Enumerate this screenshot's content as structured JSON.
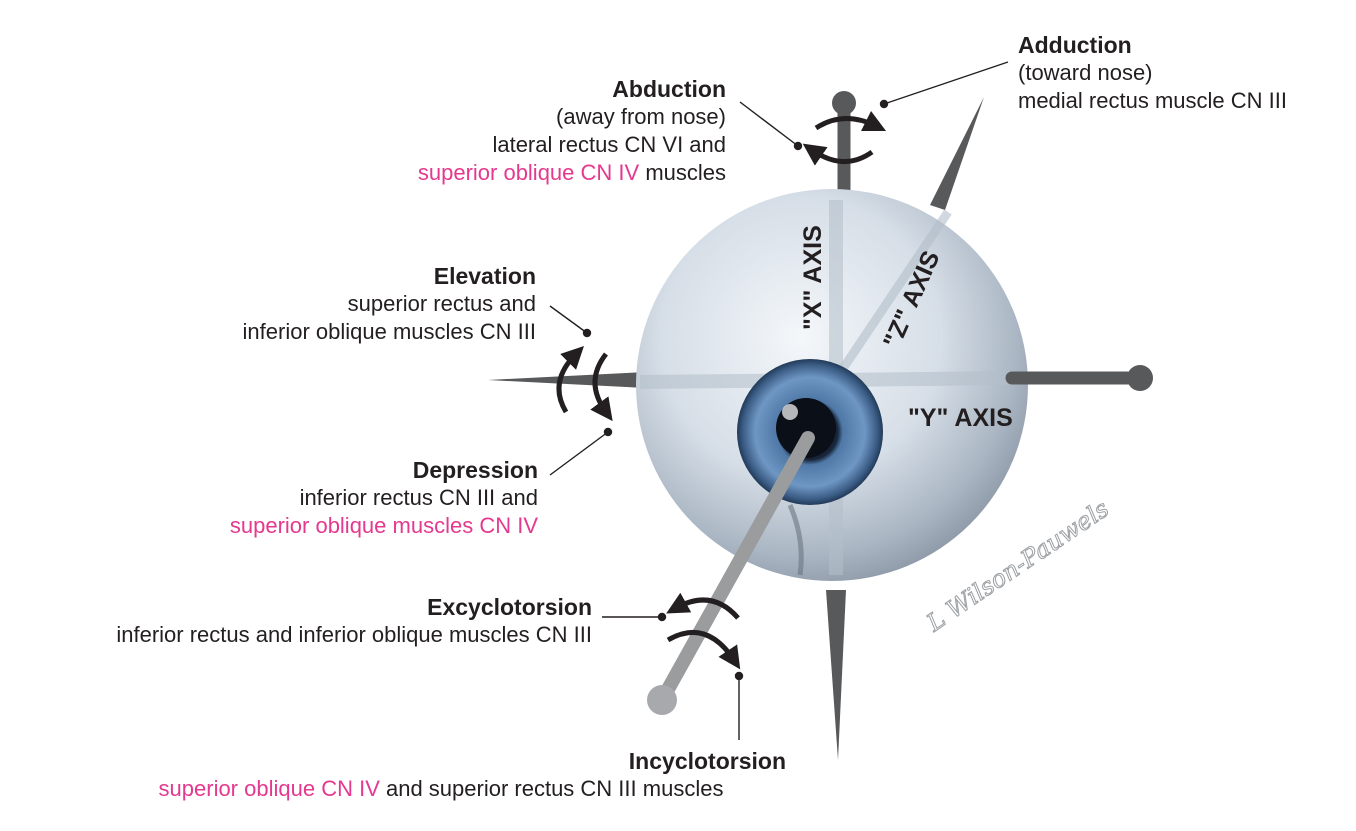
{
  "colors": {
    "pink": "#e5398f",
    "text": "#231f20",
    "stick": "#58595b"
  },
  "axes": {
    "x": "\"X\" AXIS",
    "y": "\"Y\" AXIS",
    "z": "\"Z\" AXIS"
  },
  "signature": "L Wilson-Pauwels",
  "labels": {
    "abduction": {
      "title": "Abduction",
      "line1": "(away from nose)",
      "line2": "lateral rectus CN VI and",
      "line3_pink": "superior oblique CN IV",
      "line3_rest": " muscles"
    },
    "adduction": {
      "title": "Adduction",
      "line1": "(toward nose)",
      "line2": "medial rectus muscle CN III"
    },
    "elevation": {
      "title": "Elevation",
      "line1": "superior rectus and",
      "line2": "inferior oblique muscles CN III"
    },
    "depression": {
      "title": "Depression",
      "line1": "inferior rectus CN III and",
      "line2_pink": "superior oblique muscles CN IV"
    },
    "excyclotorsion": {
      "title": "Excyclotorsion",
      "line1": "inferior rectus and inferior oblique muscles CN III"
    },
    "incyclotorsion": {
      "title": "Incyclotorsion",
      "line1_pink": "superior oblique CN IV",
      "line1_rest": " and superior rectus CN III muscles"
    }
  }
}
